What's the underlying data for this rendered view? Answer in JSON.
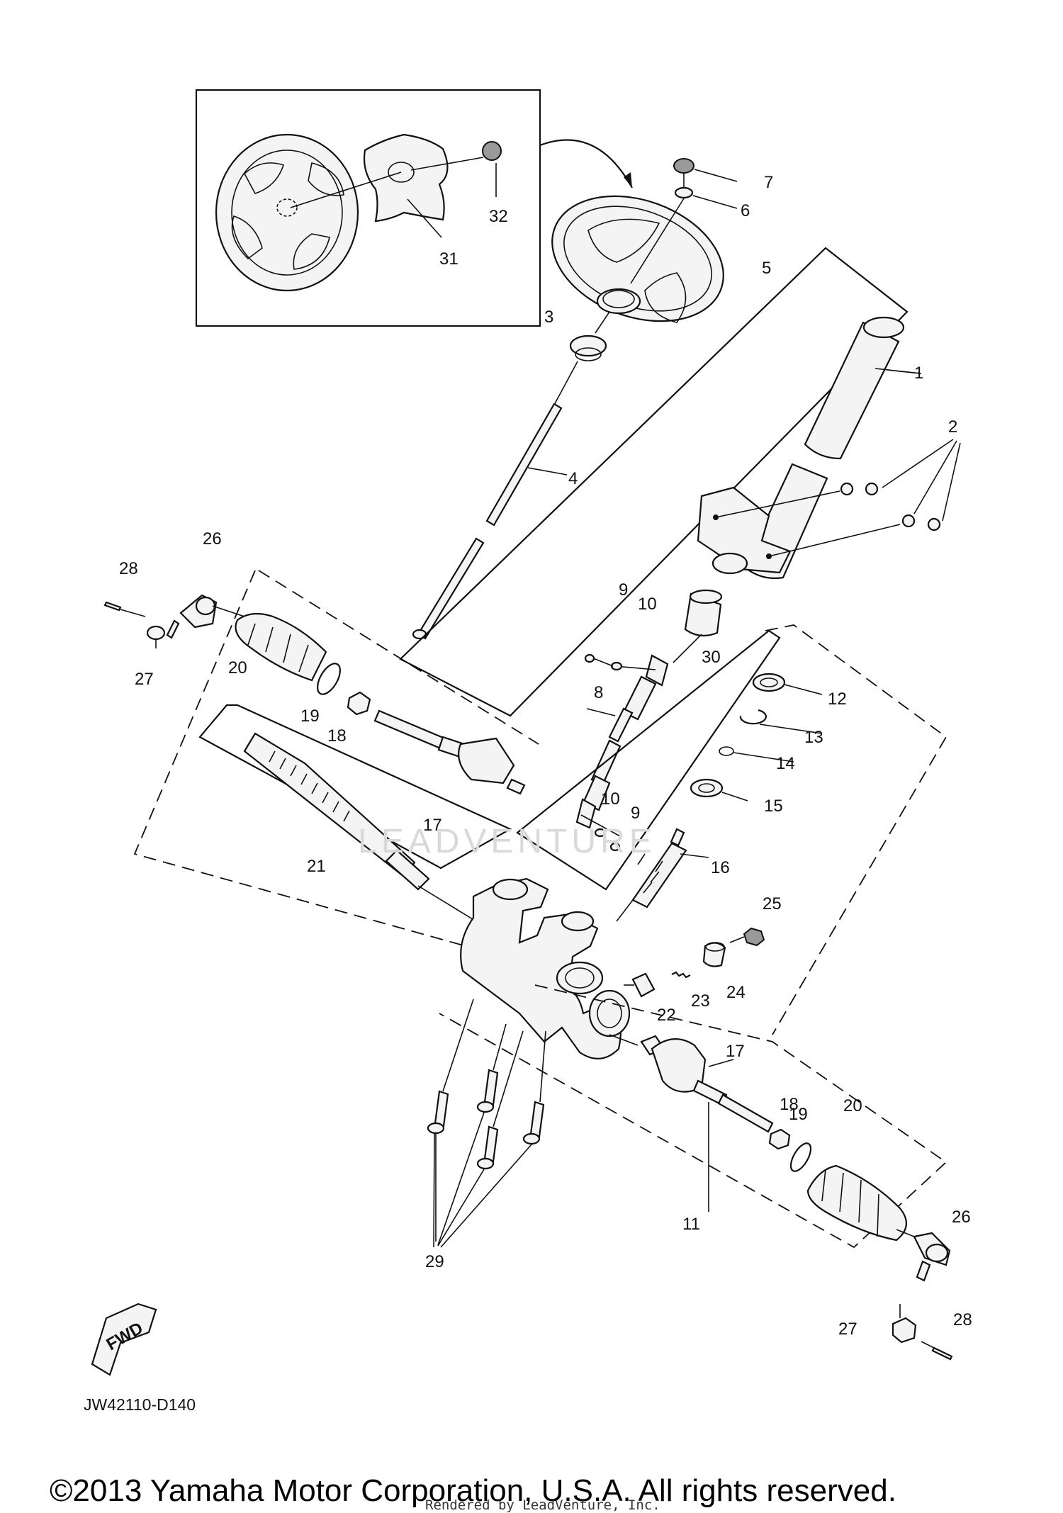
{
  "diagram": {
    "labels": [
      "1",
      "2",
      "3",
      "4",
      "5",
      "6",
      "7",
      "8",
      "9",
      "10",
      "11",
      "12",
      "13",
      "14",
      "15",
      "16",
      "17",
      "18",
      "19",
      "20",
      "21",
      "22",
      "23",
      "24",
      "25",
      "26",
      "27",
      "28",
      "29",
      "30",
      "31",
      "32"
    ],
    "repeated_labels": {
      "label_9b": "9",
      "label_10b": "10",
      "label_17b": "17",
      "label_18b": "18",
      "label_19b": "19",
      "label_20b": "20",
      "label_26b": "26",
      "label_27b": "27",
      "label_28b": "28"
    },
    "fwd_badge": "FWD",
    "diagram_code": "JW42110-D140",
    "watermark_text": "LEADVENTURE",
    "copyright": "©2013 Yamaha Motor Corporation, U.S.A. All rights reserved.",
    "rendered_by": "Rendered by LeadVenture, Inc."
  }
}
